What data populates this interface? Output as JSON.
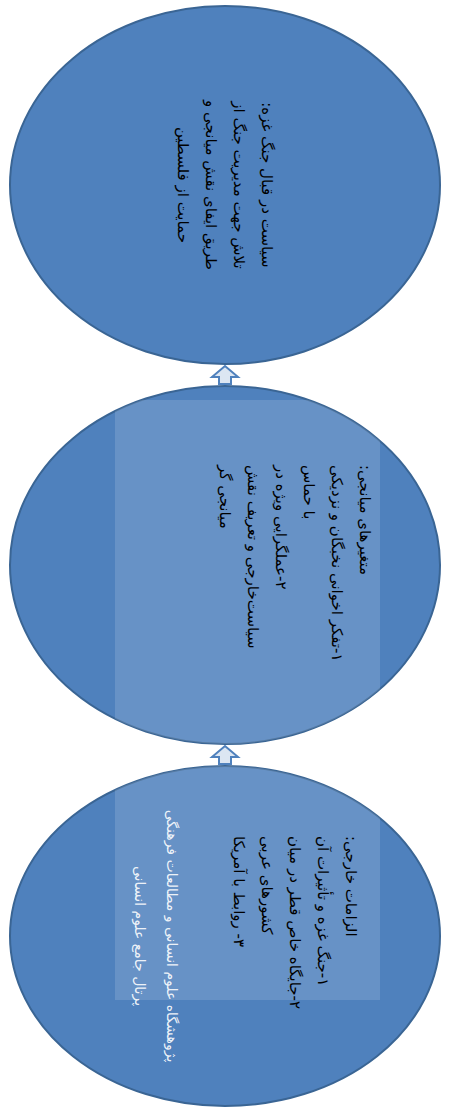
{
  "diagram": {
    "nodes": [
      {
        "text": [
          "الزامات خارجی:",
          "۱-جنگ غزه و تأثیرات آن",
          "۲-جایگاه خاص قطر در میان کشورهای عربی",
          "۳- روابط با آمریکا"
        ]
      },
      {
        "text": [
          "متغیرهای میانجی:",
          "۱-تفکر اخوانی نخبگان و نزدیکی با حماس",
          "۲-عملگرایی ویژه در سیاست‌خارجی و تعریف نقش میانجی گر"
        ]
      },
      {
        "text": [
          "سیاست در قبال جنگ غزه:",
          "تلاش جهت مدیریت جنگ از طریق ایفای نقش میانجی و حمایت از فلسطین"
        ]
      }
    ],
    "edges": [
      {
        "from": 0,
        "to": 1,
        "arrow": "to"
      },
      {
        "from": 1,
        "to": 2,
        "arrow": "to"
      }
    ],
    "labels": [
      "پژوهشگاه علوم انسانی و مطالعات فرهنگی",
      "پرتال جامع علوم انسانی"
    ]
  }
}
